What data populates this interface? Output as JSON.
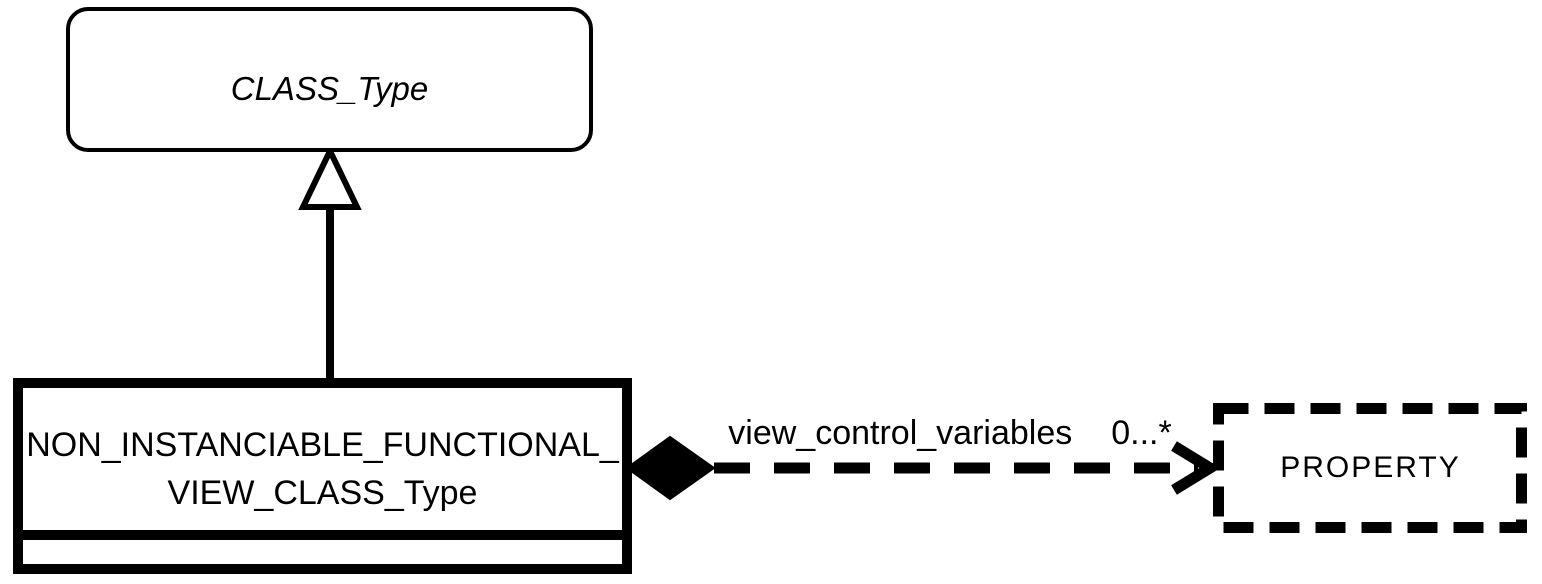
{
  "diagram": {
    "kind": "uml-class-diagram",
    "colors": {
      "stroke": "#000000",
      "background": "#ffffff"
    },
    "nodes": {
      "class_type": {
        "label": "CLASS_Type",
        "shape": "rounded-rectangle",
        "label_style": "italic"
      },
      "functional_view_class": {
        "label_line1": "NON_INSTANCIABLE_FUNCTIONAL_",
        "label_line2": "VIEW_CLASS_Type",
        "shape": "rectangle-two-compartments"
      },
      "property": {
        "label": "PROPERTY",
        "shape": "dashed-rectangle"
      }
    },
    "edges": {
      "generalization": {
        "type": "generalization",
        "marker": "hollow-triangle",
        "line_style": "solid"
      },
      "association": {
        "type": "composition",
        "label": "view_control_variables",
        "multiplicity": "0...*",
        "source_marker": "filled-diamond",
        "target_marker": "open-arrowhead",
        "line_style": "dashed"
      }
    }
  }
}
